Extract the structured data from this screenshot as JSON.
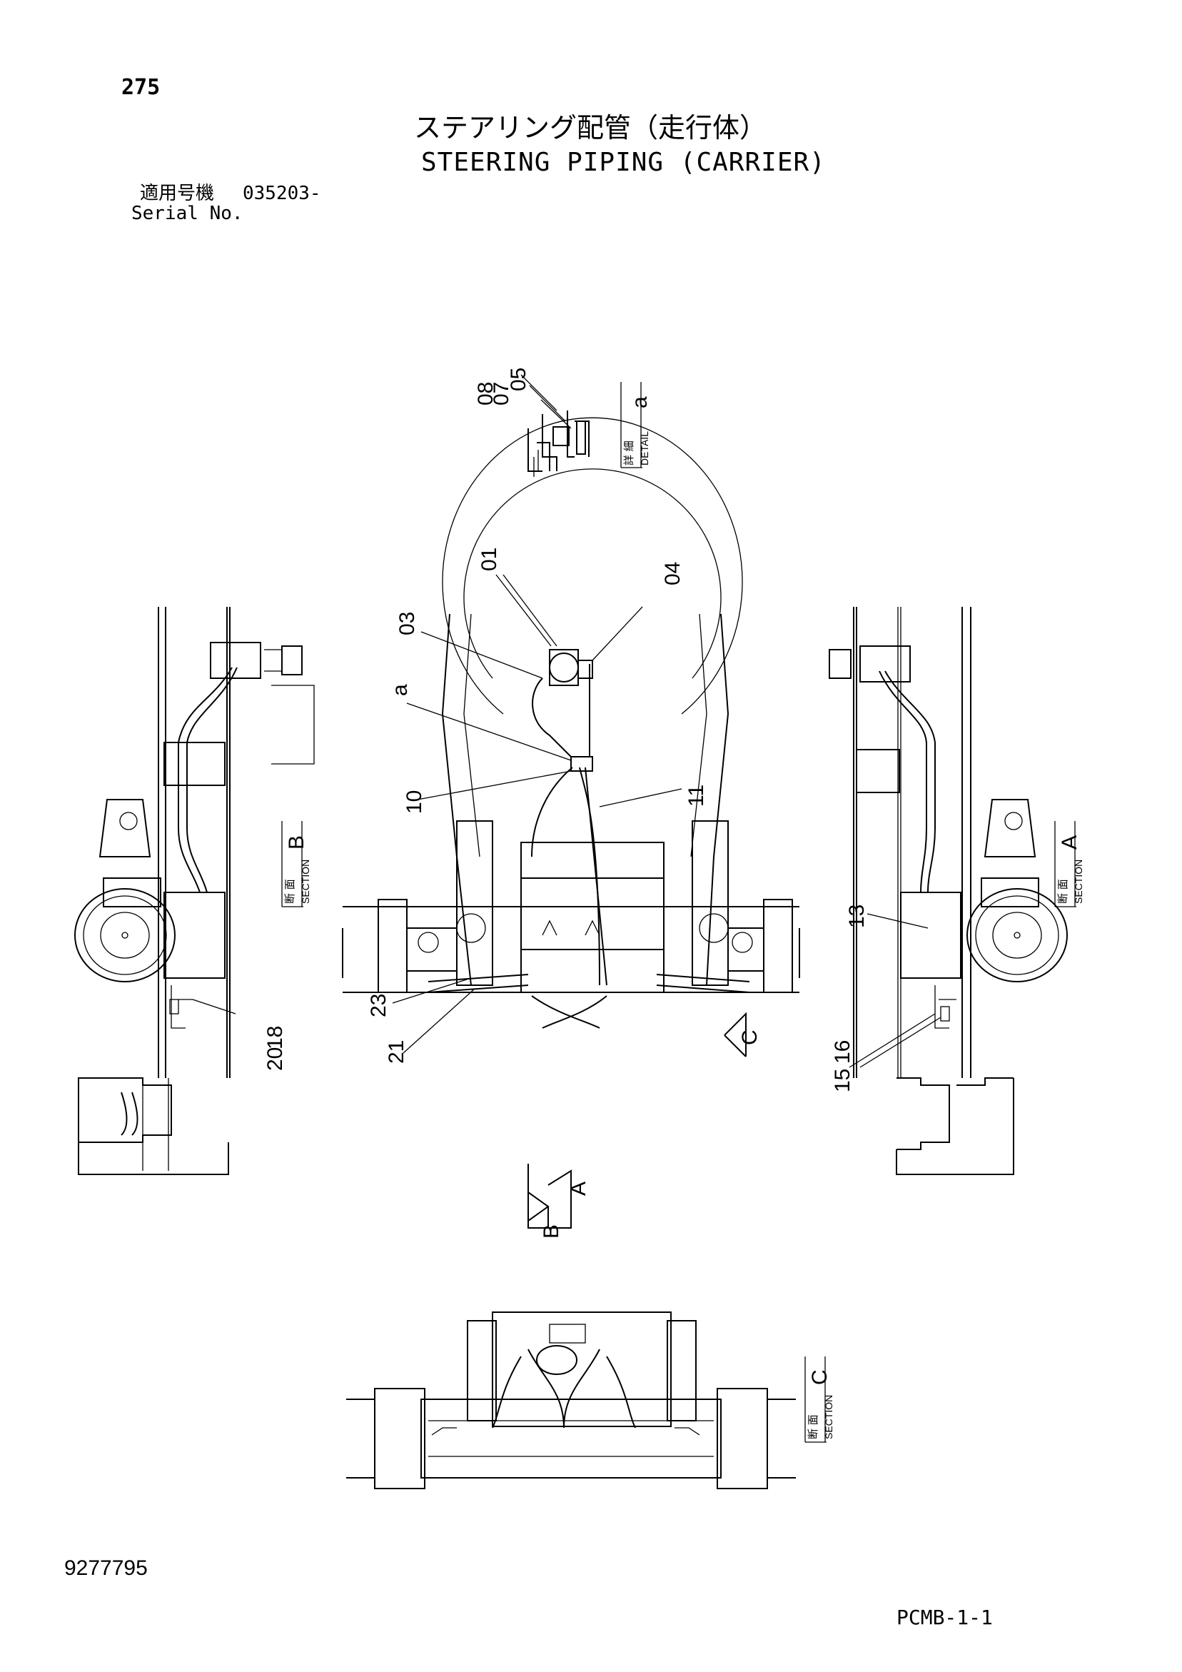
{
  "header": {
    "page_number": "275",
    "title_jp": "ステアリング配管（走行体）",
    "title_en": "STEERING PIPING (CARRIER)",
    "serial_label_jp": "適用号機",
    "serial_value": "035203-",
    "serial_label_en": "Serial No."
  },
  "footer": {
    "doc_number": "9277795",
    "sheet_code": "PCMB-1-1"
  },
  "callouts": {
    "c01": "01",
    "c03": "03",
    "c04": "04",
    "c05": "05",
    "c07": "07",
    "c08": "08",
    "c10": "10",
    "c11": "11",
    "c13": "13",
    "c15": "15",
    "c16": "16",
    "c18": "18",
    "c20": "20",
    "c21": "21",
    "c23": "23",
    "ca": "a",
    "arrow_c": "C"
  },
  "view_tags": {
    "detail": {
      "letter": "a",
      "jp": "詳 細",
      "en": "DETAIL"
    },
    "section_a": {
      "letter": "A",
      "jp": "断 面",
      "en": "SECTION"
    },
    "section_b": {
      "letter": "B",
      "jp": "断 面",
      "en": "SECTION"
    },
    "section_c": {
      "letter": "C",
      "jp": "断 面",
      "en": "SECTION"
    }
  },
  "view_arrows": {
    "a": "A",
    "b": "B"
  }
}
